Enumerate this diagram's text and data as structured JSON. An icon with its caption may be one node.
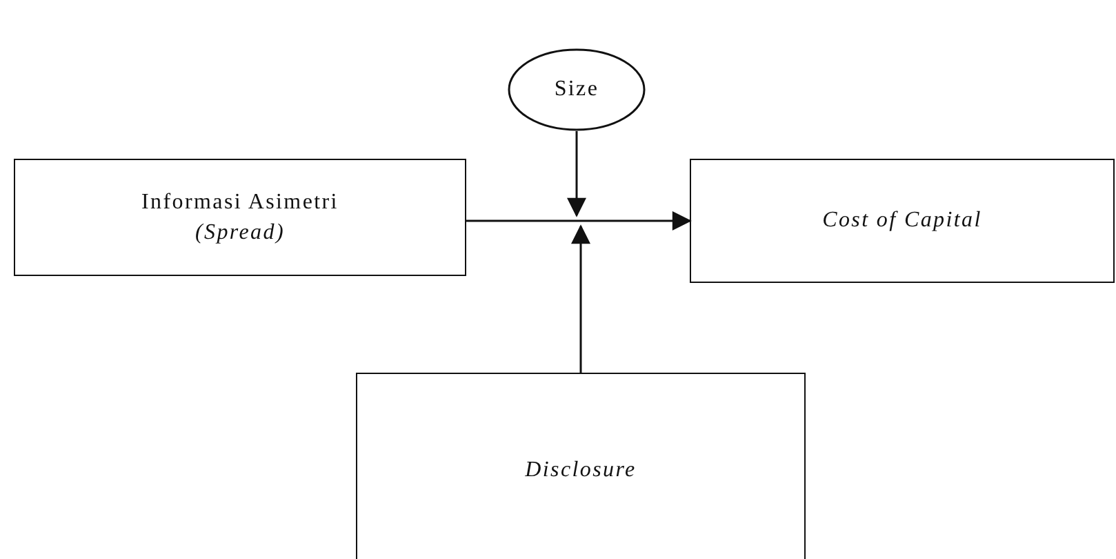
{
  "diagram": {
    "nodes": [
      {
        "text": [
          "Size"
        ]
      },
      {
        "text": [
          "Informasi Asimetri",
          "(Spread)"
        ]
      },
      {
        "text": [
          "Cost of Capital"
        ]
      },
      {
        "text": [
          "Disclosure"
        ]
      }
    ],
    "edges": [
      {
        "from": 1,
        "to": 2,
        "arrow": "to"
      },
      {
        "from": 0,
        "to": null,
        "arrow": "to"
      },
      {
        "from": 3,
        "to": null,
        "arrow": "to"
      }
    ]
  }
}
